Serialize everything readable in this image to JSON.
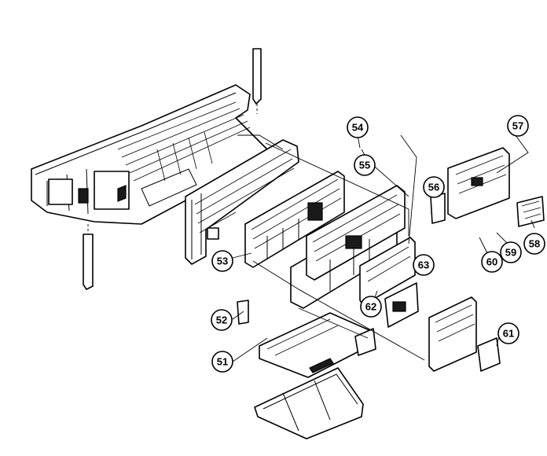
{
  "callouts": [
    {
      "id": "51",
      "label": "51"
    },
    {
      "id": "52",
      "label": "52"
    },
    {
      "id": "53",
      "label": "53"
    },
    {
      "id": "54",
      "label": "54"
    },
    {
      "id": "55",
      "label": "55"
    },
    {
      "id": "56",
      "label": "56"
    },
    {
      "id": "57",
      "label": "57"
    },
    {
      "id": "58",
      "label": "58"
    },
    {
      "id": "59",
      "label": "59"
    },
    {
      "id": "60",
      "label": "60"
    },
    {
      "id": "61",
      "label": "61"
    },
    {
      "id": "62",
      "label": "62"
    },
    {
      "id": "63",
      "label": "63"
    }
  ],
  "colors": {
    "ink": "#000000",
    "paper": "#ffffff"
  }
}
